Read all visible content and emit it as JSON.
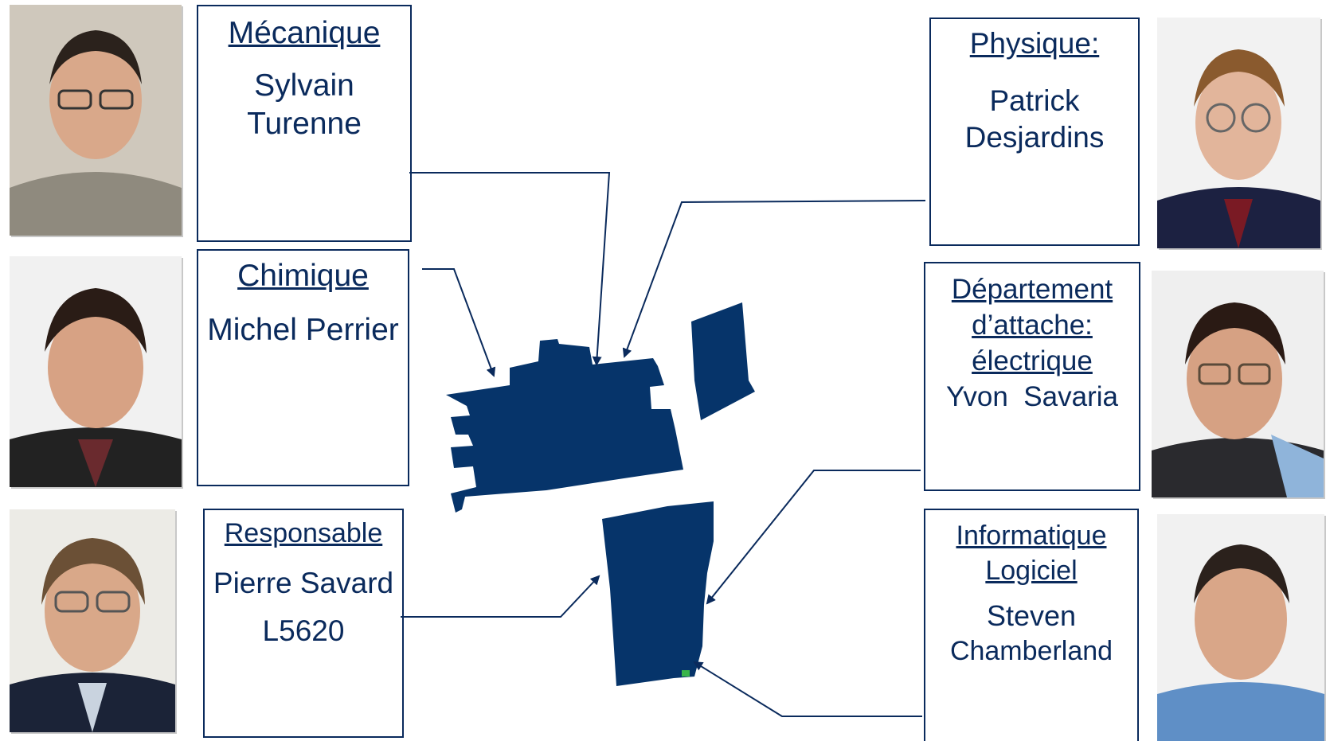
{
  "colors": {
    "navy": "#0a2a5c",
    "building": "#06346a",
    "accent_green": "#39b54a"
  },
  "cards": {
    "mecanique": {
      "dept": "Mécanique",
      "name_lines": [
        "Sylvain",
        "Turenne"
      ]
    },
    "chimique": {
      "dept": "Chimique",
      "name_lines": [
        "Michel Perrier"
      ]
    },
    "responsable": {
      "dept": "Responsable",
      "name_lines": [
        "Pierre Savard",
        "L5620"
      ]
    },
    "physique": {
      "dept": "Physique:",
      "name_lines": [
        "Patrick",
        "Desjardins"
      ]
    },
    "electrique": {
      "dept_lines": [
        "Département",
        "d’attache:",
        "électrique"
      ],
      "name_lines": [
        "Yvon  Savaria"
      ]
    },
    "informatique": {
      "dept_lines": [
        "Informatique",
        "Logiciel"
      ],
      "name_lines": [
        "Steven",
        "Chamberland"
      ]
    }
  },
  "photos": {
    "mecanique": "portrait-photo",
    "chimique": "portrait-photo",
    "responsable": "portrait-photo",
    "physique": "portrait-photo",
    "electrique": "portrait-photo",
    "informatique": "portrait-photo"
  }
}
